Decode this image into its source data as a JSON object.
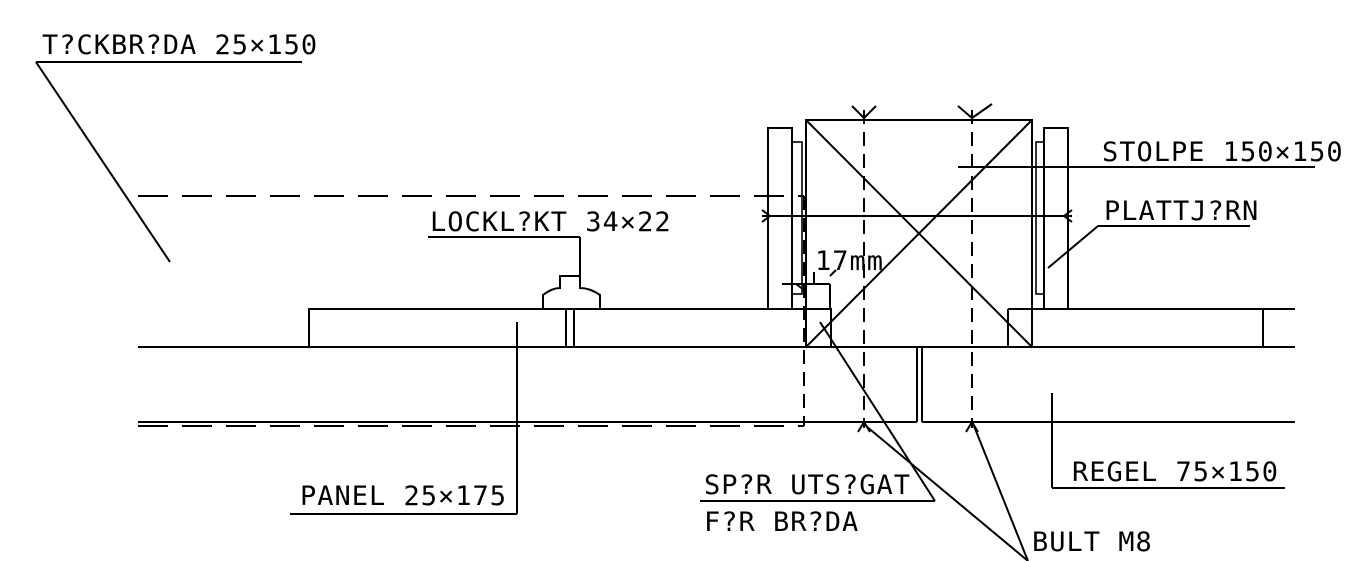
{
  "labels": {
    "tackbrada": "T?CKBR?DA 25×150",
    "locklakt": "LOCKL?KT 34×22",
    "stolpe": "STOLPE 150×150",
    "plattjarn": "PLATTJ?RN",
    "dimension": "17mm",
    "panel": "PANEL 25×175",
    "spar_line1": "SP?R UTS?GAT",
    "spar_line2": "F?R BR?DA",
    "regel": "REGEL 75×150",
    "bult": "BULT M8"
  }
}
